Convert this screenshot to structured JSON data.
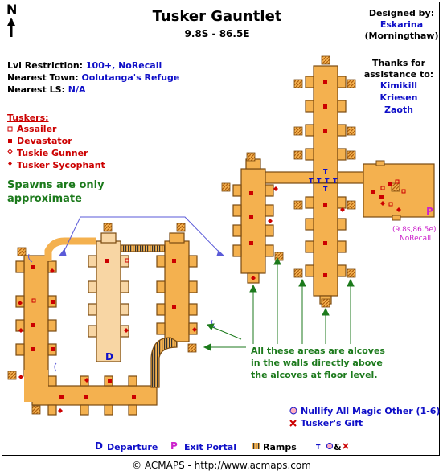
{
  "map": {
    "title": "Tusker Gauntlet",
    "coords": "9.8S - 86.5E",
    "designed_by_label": "Designed by:",
    "designer": "Eskarina",
    "designer_server": "(Morningthaw)",
    "compass": "N"
  },
  "info": {
    "lvl_label": "Lvl Restriction: ",
    "lvl_value": "100+, NoRecall",
    "town_label": "Nearest Town: ",
    "town_value": "Oolutanga's Refuge",
    "ls_label": "Nearest LS: ",
    "ls_value": "N/A"
  },
  "thanks": {
    "line1": "Thanks for",
    "line2": "assistance to:",
    "names": [
      "Kimikill",
      "Kriesen",
      "Zaoth"
    ]
  },
  "tuskers": {
    "heading": "Tuskers:",
    "items": [
      {
        "label": "Assailer",
        "symbol": "hollow-square"
      },
      {
        "label": "Devastator",
        "symbol": "filled-square"
      },
      {
        "label": "Tuskie Gunner",
        "symbol": "hollow-diamond"
      },
      {
        "label": "Tusker Sycophant",
        "symbol": "filled-diamond"
      }
    ]
  },
  "spawns_note": {
    "line1": "Spawns are only",
    "line2": "approximate"
  },
  "alcove_note": {
    "line1": "All these areas are alcoves",
    "line2": "in the walls directly above",
    "line3": "the alcoves at floor level."
  },
  "exit_portal": {
    "letter": "P",
    "coords": "(9.8s,86.5e)",
    "note": "NoRecall"
  },
  "departure_marker": "D",
  "items_legend": {
    "nullify": "Nullify All Magic Other (1-6)",
    "gift": "Tusker's Gift"
  },
  "legend": {
    "departure_letter": "D",
    "departure_label": "Departure",
    "exit_letter": "P",
    "exit_label": "Exit Portal",
    "ramps_label": "Ramps",
    "t_letter": "T",
    "t_amp": "&"
  },
  "footer": "© ACMAPS - http://www.acmaps.com",
  "colors": {
    "corridor": "#f4b14f",
    "departure_wing": "#f8d6a4",
    "outline": "#7a4a10",
    "red": "#cc0000",
    "blue": "#1010c8",
    "green": "#1c7a1c",
    "magenta": "#cc22cc"
  }
}
